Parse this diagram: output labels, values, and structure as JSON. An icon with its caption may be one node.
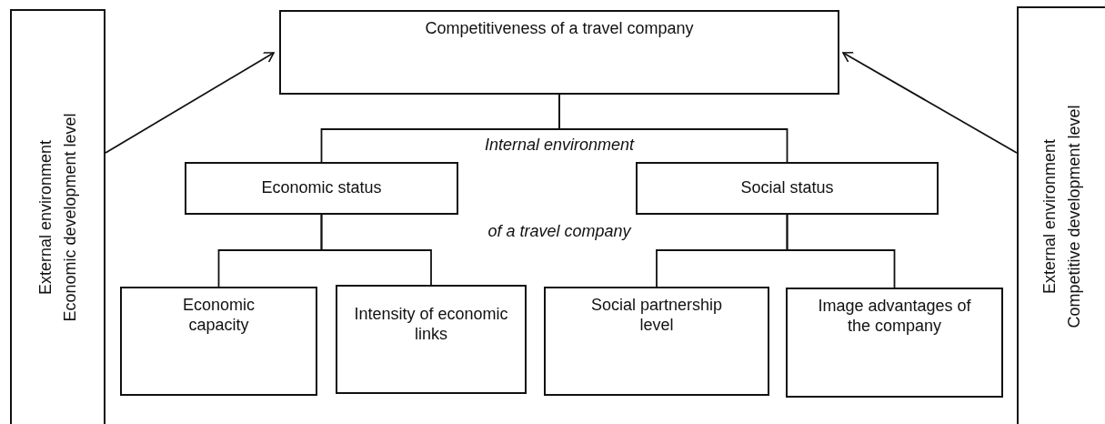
{
  "diagram": {
    "nodes": [
      {
        "text": [
          "External environment",
          "Economic development level"
        ]
      },
      {
        "text": [
          "Competitiveness of a travel company"
        ]
      },
      {
        "text": [
          "External environment",
          "Competitive development level"
        ]
      },
      {
        "text": [
          "Economic status"
        ]
      },
      {
        "text": [
          "Social status"
        ]
      },
      {
        "text": [
          "Economic capacity"
        ]
      },
      {
        "text": [
          "Intensity of economic links"
        ]
      },
      {
        "text": [
          "Social partnership level"
        ]
      },
      {
        "text": [
          "Image advantages of the company"
        ]
      }
    ],
    "edges": [
      {
        "from": 0,
        "to": 1,
        "arrow": "to"
      },
      {
        "from": 2,
        "to": 1,
        "arrow": "to"
      },
      {
        "from": 1,
        "to": 3,
        "arrow": "none"
      },
      {
        "from": 1,
        "to": 4,
        "arrow": "none"
      },
      {
        "from": 3,
        "to": 5,
        "arrow": "none"
      },
      {
        "from": 3,
        "to": 6,
        "arrow": "none"
      },
      {
        "from": 4,
        "to": 7,
        "arrow": "none"
      },
      {
        "from": 4,
        "to": 8,
        "arrow": "none"
      }
    ],
    "labels": [
      "Internal environment",
      "of a travel company"
    ]
  }
}
